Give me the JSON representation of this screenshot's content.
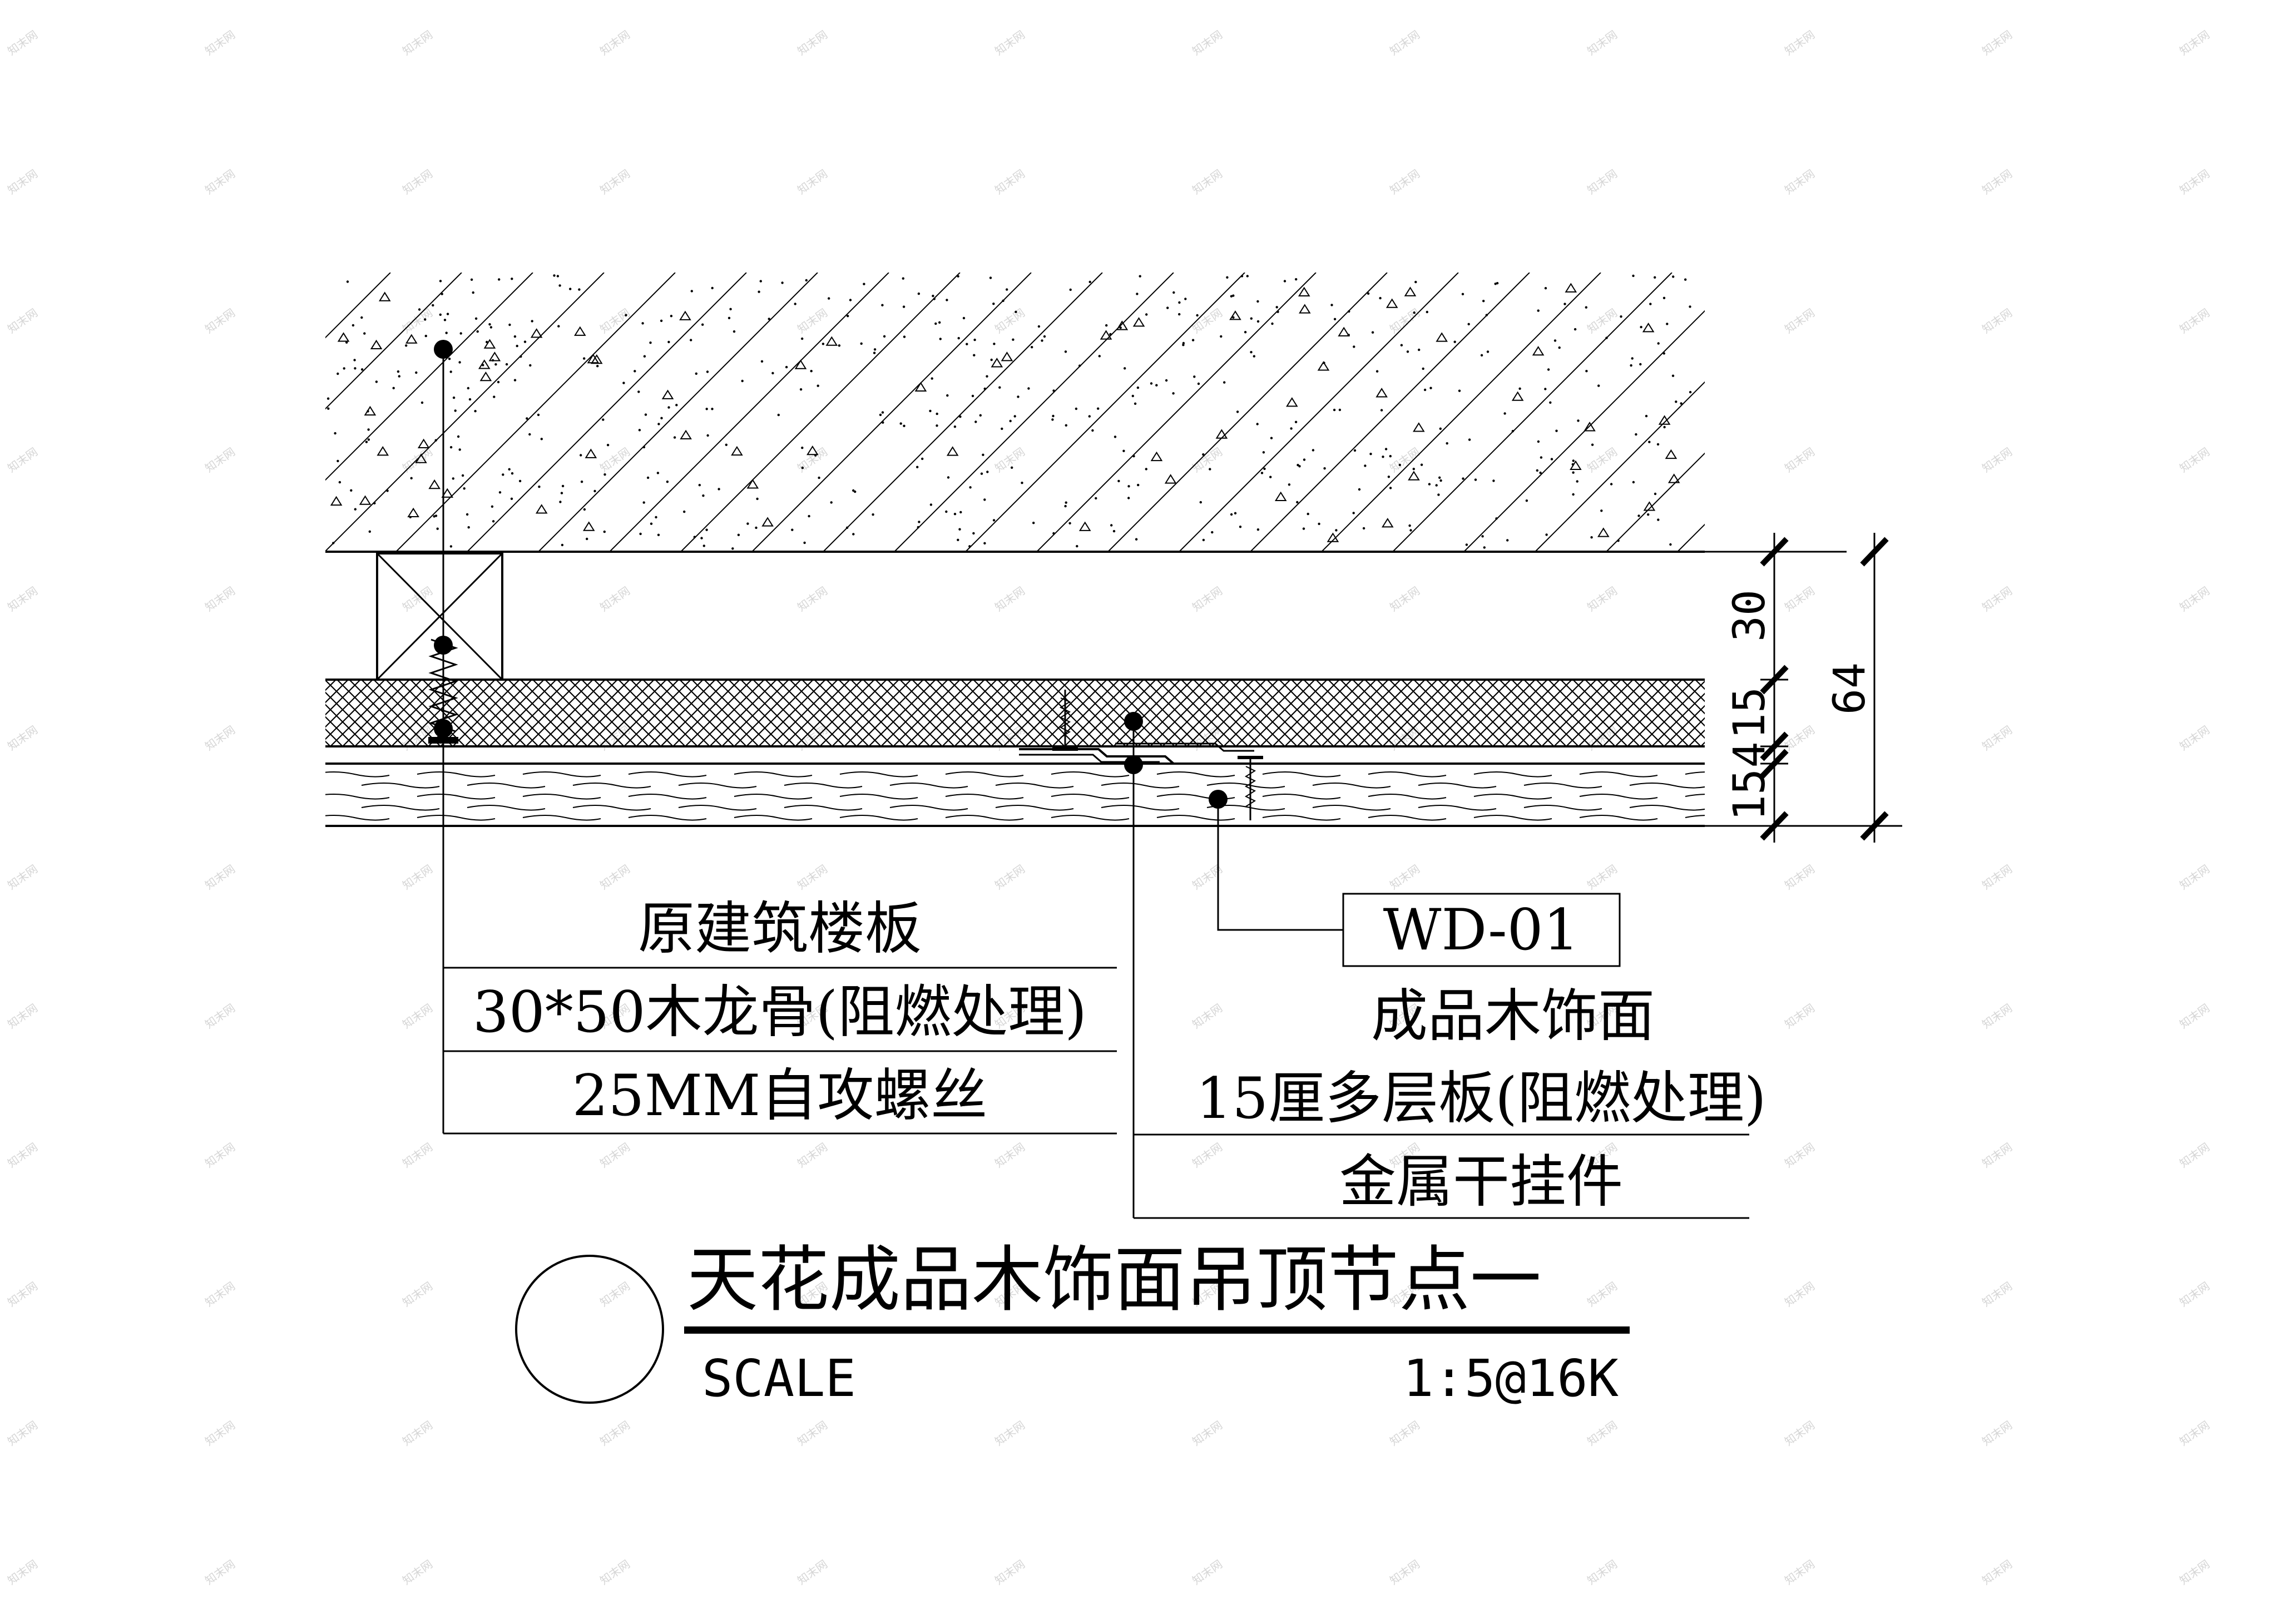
{
  "left_labels": [
    "原建筑楼板",
    "30*50木龙骨(阻燃处理)",
    "25MM自攻螺丝"
  ],
  "tag": "WD-01",
  "right_labels": [
    "成品木饰面",
    "15厘多层板(阻燃处理)",
    "金属干挂件"
  ],
  "dimensions": {
    "d30": "30",
    "d15a": "15",
    "d4": "4",
    "d15b": "15",
    "d64": "64"
  },
  "title": "天花成品木饰面吊顶节点一",
  "scale_label": "SCALE",
  "scale_value": "1:5@16K",
  "watermark": "知末网"
}
